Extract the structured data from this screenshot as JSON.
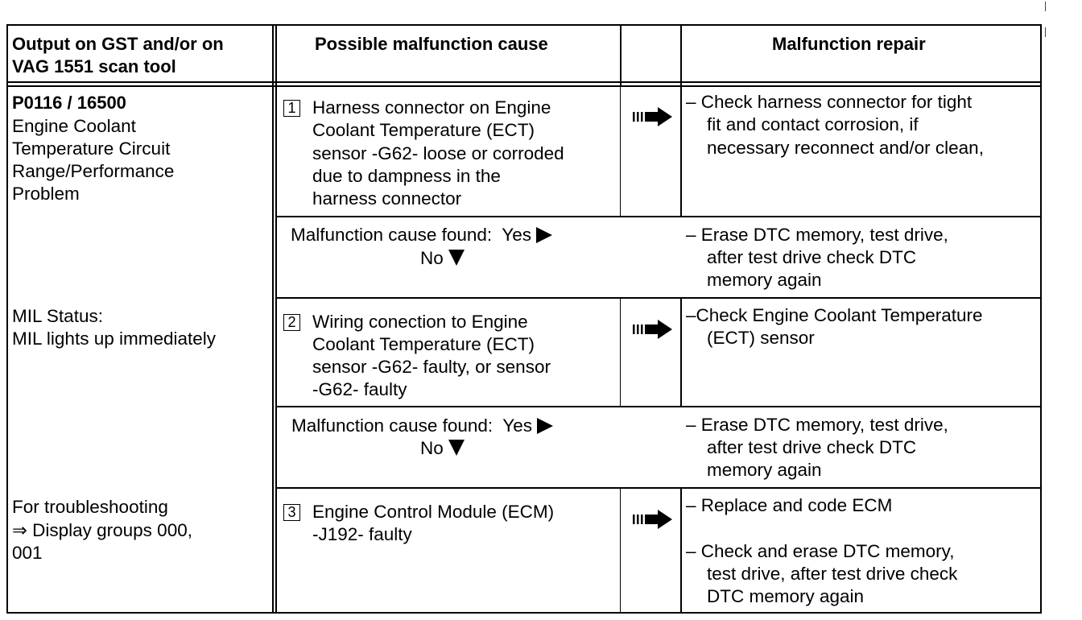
{
  "header": {
    "col1": [
      "Output on GST and/or on",
      "VAG 1551 scan tool"
    ],
    "col2": "Possible malfunction cause",
    "col4": "Malfunction repair"
  },
  "left": {
    "code": "P0116 / 16500",
    "description": [
      "Engine Coolant",
      "Temperature Circuit",
      "Range/Performance",
      "Problem"
    ],
    "mil": [
      "MIL Status:",
      "MIL lights up immediately"
    ],
    "troubleshooting": [
      "For troubleshooting",
      "⇒ Display groups 000,",
      "001"
    ]
  },
  "steps": [
    {
      "number": "1",
      "cause": [
        "Harness connector on Engine",
        "Coolant Temperature (ECT)",
        "sensor -G62- loose or corroded",
        "due to dampness in the",
        "harness connector"
      ],
      "repair": [
        "– Check harness connector for tight",
        "fit and contact corrosion, if",
        "necessary reconnect and/or clean,"
      ]
    },
    {
      "number": "2",
      "cause": [
        "Wiring conection to Engine",
        "Coolant Temperature (ECT)",
        "sensor -G62- faulty, or sensor",
        "-G62- faulty"
      ],
      "repair": [
        "–Check Engine Coolant Temperature",
        "(ECT) sensor"
      ]
    },
    {
      "number": "3",
      "cause": [
        "Engine Control Module (ECM)",
        "-J192- faulty"
      ],
      "repair": [
        "– Replace and code ECM",
        "– Check and erase DTC memory,",
        "test drive, after test drive check",
        "DTC memory again"
      ]
    }
  ],
  "found": {
    "label": "Malfunction cause found:",
    "yes": "Yes",
    "no": "No",
    "repair": [
      "– Erase DTC memory, test drive,",
      "after test drive check DTC",
      "memory again"
    ]
  }
}
